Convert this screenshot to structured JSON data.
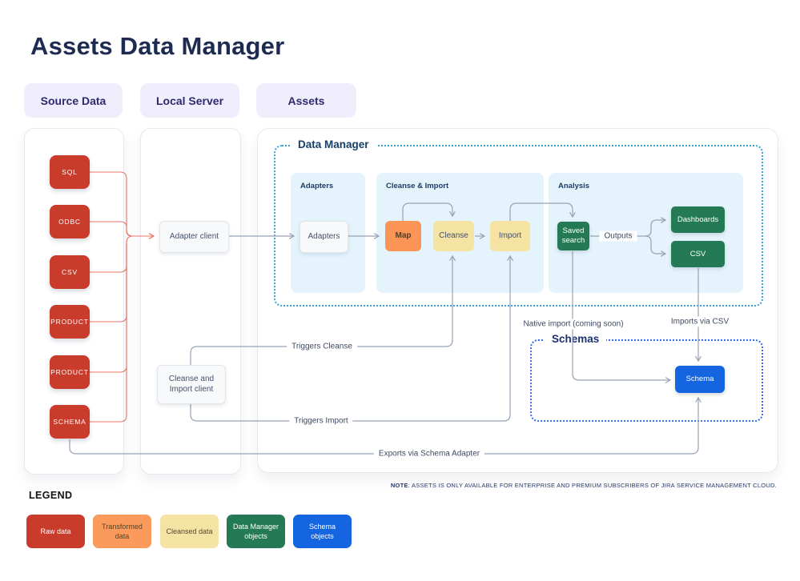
{
  "title": "Assets Data Manager",
  "lanes": {
    "source": "Source Data",
    "local": "Local Server",
    "assets": "Assets"
  },
  "sources": [
    "SQL",
    "ODBC",
    "CSV",
    "PRODUCT",
    "PRODUCT",
    "SCHEMA"
  ],
  "local_server": {
    "adapter_client": "Adapter client",
    "cleanse_import_client": "Cleanse and Import client"
  },
  "data_manager": {
    "title": "Data Manager",
    "adapters_panel": "Adapters",
    "adapters_node": "Adapters",
    "cleanse_import_panel": "Cleanse & Import",
    "map_node": "Map",
    "cleanse_node": "Cleanse",
    "import_node": "Import",
    "analysis_panel": "Analysis",
    "saved_search_node": "Saved search",
    "dashboards_node": "Dashboards",
    "csv_node": "CSV"
  },
  "schemas": {
    "title": "Schemas",
    "schema_node": "Schema"
  },
  "edges": {
    "outputs": "Outputs",
    "triggers_cleanse": "Triggers Cleanse",
    "triggers_import": "Triggers Import",
    "exports": "Exports via Schema Adapter",
    "native_import": "Native import (coming soon)",
    "imports_csv": "Imports via CSV"
  },
  "note": {
    "bold": "NOTE",
    "text": ": ASSETS IS ONLY AVAILABLE FOR ENTERPRISE AND PREMIUM SUBSCRIBERS OF JIRA SERVICE MANAGEMENT CLOUD."
  },
  "legend": {
    "title": "LEGEND",
    "items": [
      {
        "label": "Raw data",
        "color": "#C93B2B"
      },
      {
        "label": "Transformed data",
        "color": "#FA9A5C"
      },
      {
        "label": "Cleansed data",
        "color": "#F5E3A3"
      },
      {
        "label": "Data Manager objects",
        "color": "#247A55"
      },
      {
        "label": "Schema objects",
        "color": "#1565E0"
      }
    ]
  },
  "colors": {
    "raw_red": "#C93B2B",
    "transformed_orange": "#FA9A5C",
    "cleansed_yellow": "#F5E3A3",
    "data_manager_green": "#247A55",
    "schema_blue": "#1565E0",
    "lane_pill_bg": "#F0EEFC",
    "subpanel_blue": "#E4F3FC",
    "connector_gray": "#98A2B3",
    "connector_red": "#E8746A",
    "dashed_data_manager": "#39A0DC",
    "dashed_schemas": "#2E6FF2"
  }
}
